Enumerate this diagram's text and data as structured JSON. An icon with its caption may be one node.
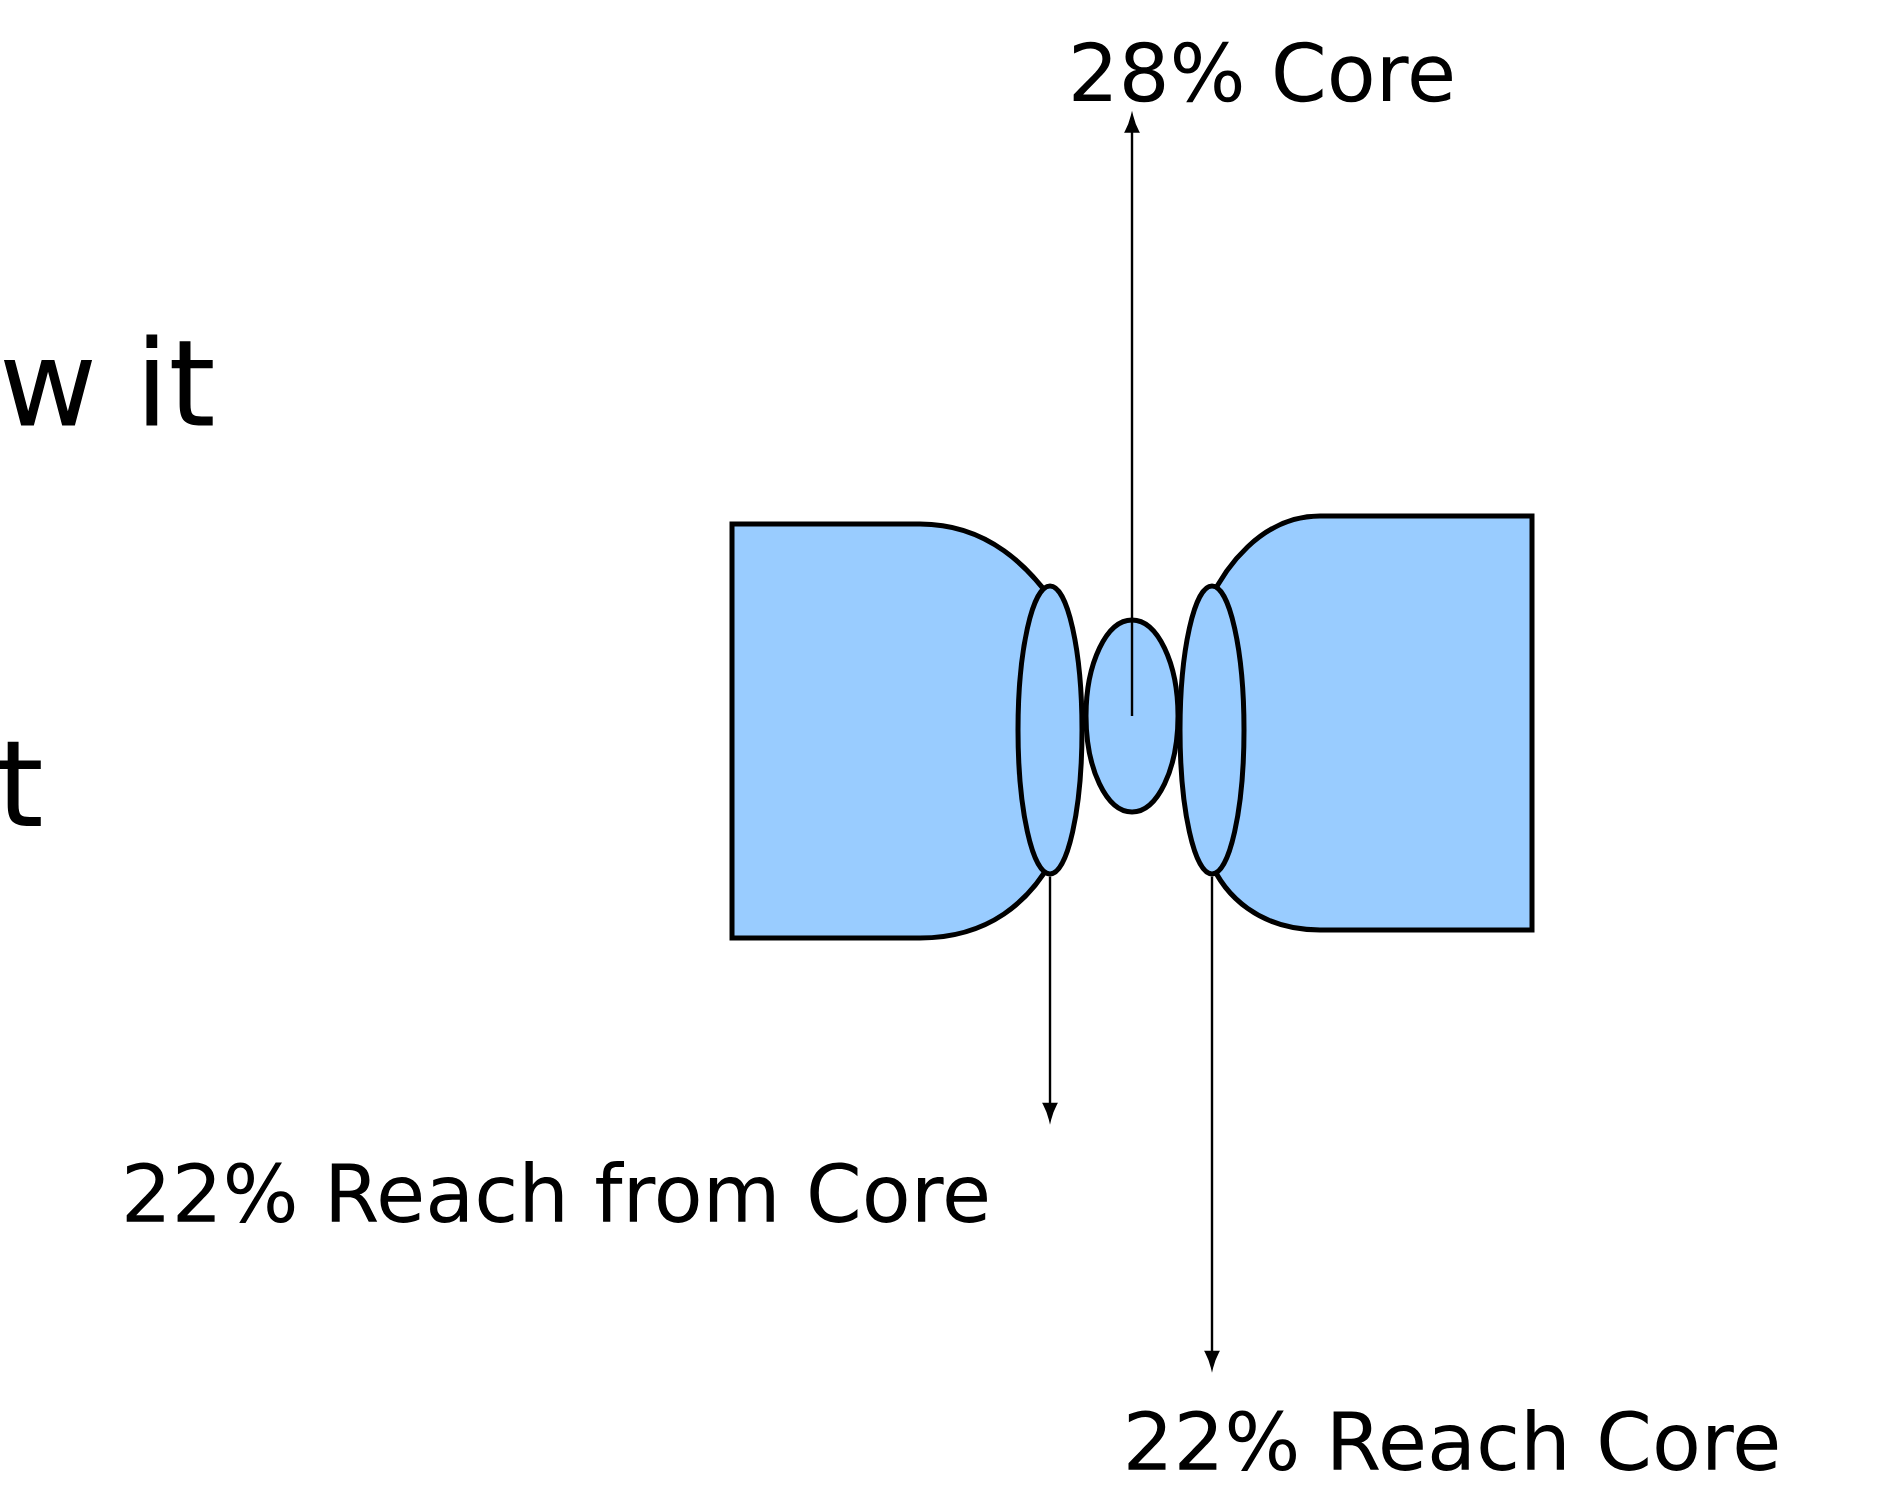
{
  "diagram": {
    "nodes": [
      {
        "text": [
          "28% Core"
        ]
      },
      {
        "text": [],
        "shape": "ellipse"
      },
      {
        "text": [],
        "shape": "ellipse"
      },
      {
        "text": [],
        "shape": "ellipse"
      },
      {
        "text": [
          "22% Reach from Core"
        ]
      },
      {
        "text": [
          "22% Reach Core"
        ]
      }
    ],
    "edges": [
      {
        "from": 2,
        "to": 0,
        "arrow": "to"
      },
      {
        "from": 1,
        "to": 4,
        "arrow": "to"
      },
      {
        "from": 3,
        "to": 5,
        "arrow": "to"
      }
    ],
    "labels": [
      "w it",
      "t"
    ]
  }
}
